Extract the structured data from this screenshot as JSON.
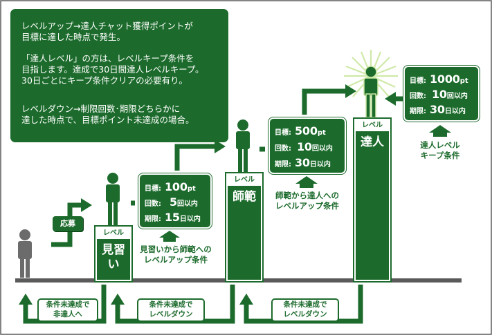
{
  "info_box": {
    "para1": "レベルアップ→達人チャット獲得ポイントが\n目標に達した時点で発生。",
    "para2": "「達人レベル」の方は、レベルキープ条件を\n目指します。達成で30日間達人レベルキープ。\n30日ごとにキープ条件クリアの必要有り。",
    "para3": "レベルダウン→制限回数･期限どちらかに\n達した時点で、目標ポイント未達成の場合。"
  },
  "apply_label": "応募",
  "levels": [
    {
      "tag": "レベル",
      "name": "見習い"
    },
    {
      "tag": "レベル",
      "name": "師範"
    },
    {
      "tag": "レベル",
      "name": "達人"
    }
  ],
  "condition_boxes": [
    {
      "target_key": "目標:",
      "target_value": "100",
      "target_unit": "pt",
      "count_key": "回数:",
      "count_value": "5",
      "count_unit": "回以内",
      "period_key": "期限:",
      "period_value": "15",
      "period_unit": "日以内"
    },
    {
      "target_key": "目標:",
      "target_value": "500",
      "target_unit": "pt",
      "count_key": "回数:",
      "count_value": "10",
      "count_unit": "回以内",
      "period_key": "期限:",
      "period_value": "30",
      "period_unit": "日以内"
    },
    {
      "target_key": "目標:",
      "target_value": "1000",
      "target_unit": "pt",
      "count_key": "回数:",
      "count_value": "10",
      "count_unit": "回以内",
      "period_key": "期限:",
      "period_value": "30",
      "period_unit": "日以内"
    }
  ],
  "captions": {
    "levelup_1": "見習いから師範への\nレベルアップ条件",
    "levelup_2": "師範から達人への\nレベルアップ条件",
    "keep": "達人レベル\nキープ条件"
  },
  "down_labels": [
    "条件未達成で\n非達人へ",
    "条件未達成で\nレベルダウン",
    "条件未達成で\nレベルダウン"
  ],
  "colors": {
    "primary": "#1c6b2c",
    "figure_gray": "#6b6b6b",
    "ground": "#5a5a5a",
    "glow": "#cfe9a8"
  }
}
